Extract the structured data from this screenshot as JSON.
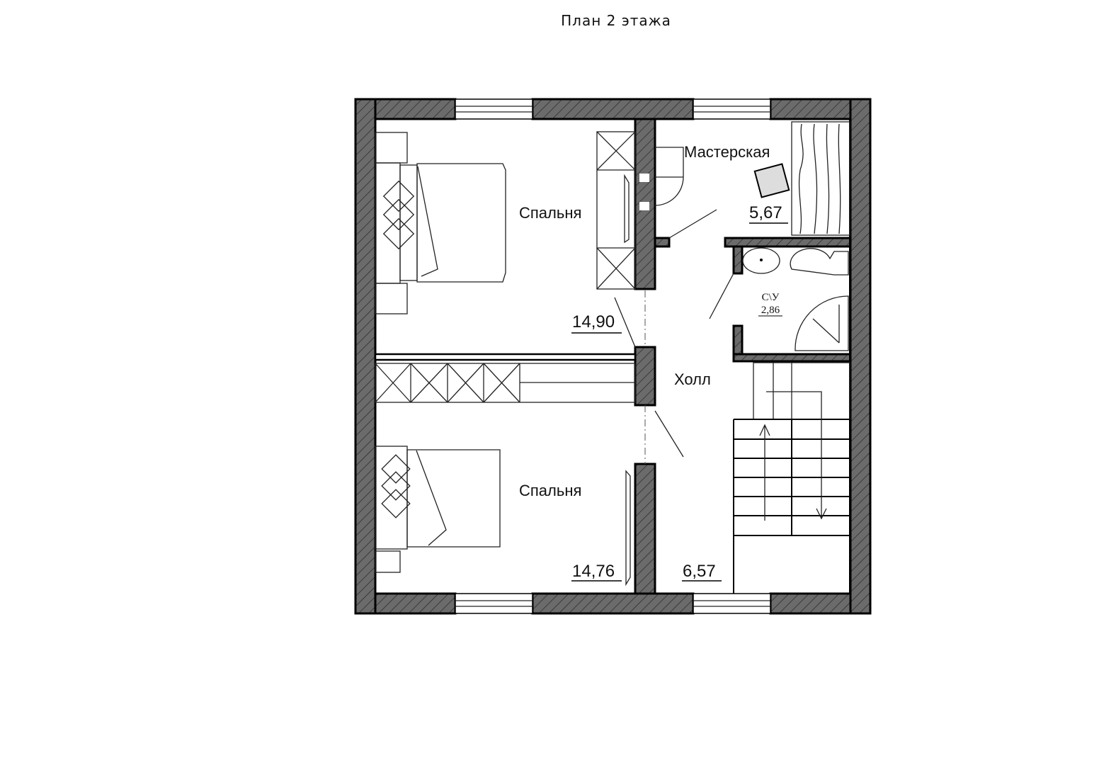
{
  "title": "План  2  этажа",
  "rooms": {
    "bedroom_top": {
      "name": "Спальня",
      "area": "14,90"
    },
    "bedroom_bottom": {
      "name": "Спальня",
      "area": "14,76"
    },
    "workshop": {
      "name": "Мастерская",
      "area": "5,67"
    },
    "bathroom": {
      "name": "С\\У",
      "area": "2,86"
    },
    "hall": {
      "name": "Холл",
      "area": "6,57"
    }
  },
  "colors": {
    "wall": "#6b6b6b",
    "line": "#000000"
  }
}
